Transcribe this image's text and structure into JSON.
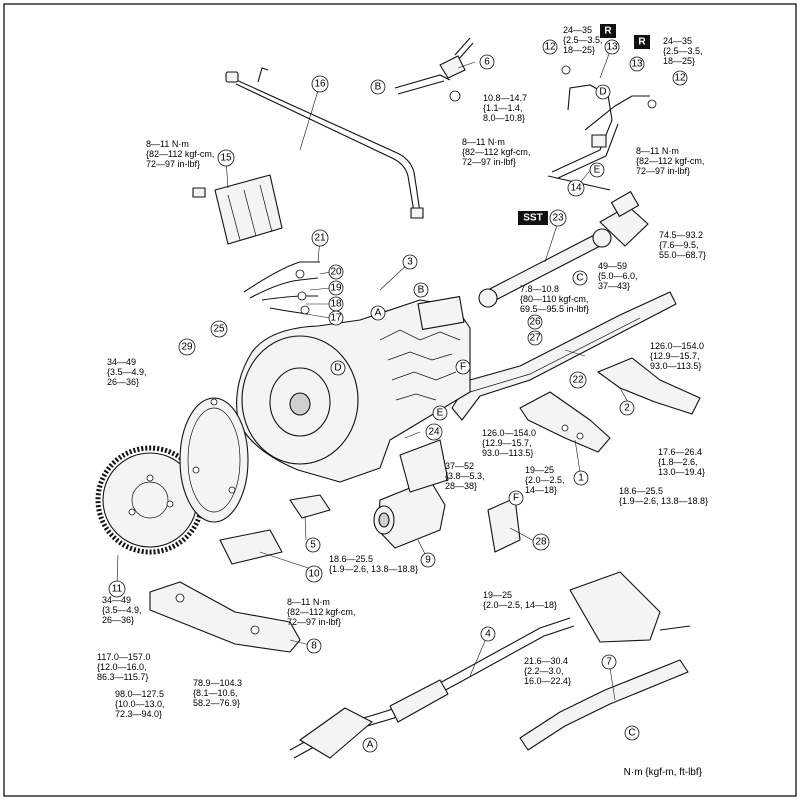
{
  "units": "N·m {kgf-m, ft-lbf}",
  "badges": {
    "sst": "SST",
    "r": "R"
  },
  "parts": [
    "1",
    "2",
    "3",
    "4",
    "5",
    "6",
    "7",
    "8",
    "9",
    "10",
    "11",
    "12",
    "13",
    "14",
    "15",
    "16",
    "17",
    "18",
    "19",
    "20",
    "21",
    "22",
    "23",
    "24",
    "25",
    "26",
    "27",
    "28",
    "29"
  ],
  "letters": [
    "A",
    "B",
    "C",
    "D",
    "E",
    "F"
  ],
  "torque": {
    "t_24_35_left": [
      "24—35",
      "{2.5—3.5,",
      "18—25}"
    ],
    "t_24_35_right": [
      "24—35",
      "{2.5—3.5,",
      "18—25}"
    ],
    "t_10_8": [
      "10.8—14.7",
      "{1.1—1.4,",
      "8.0—10.8}"
    ],
    "t_8_11_upper": [
      "8—11 N·m",
      "{82—112 kgf-cm,",
      "72—97 in-lbf}"
    ],
    "t_8_11_left": [
      "8—11 N·m",
      "{82—112 kgf-cm,",
      "72—97 in-lbf}"
    ],
    "t_8_11_right": [
      "8—11 N·m",
      "{82—112 kgf-cm,",
      "72—97 in-lbf}"
    ],
    "t_8_11_bottom": [
      "8—11 N·m",
      "{82—112 kgf-cm,",
      "72—97 in-lbf}"
    ],
    "t_74_5": [
      "74.5—93.2",
      "{7.6—9.5,",
      "55.0—68.7}"
    ],
    "t_49_59": [
      "49—59",
      "{5.0—6.0,",
      "37—43}"
    ],
    "t_7_8": [
      "7.8—10.8",
      "{80—110 kgf-cm,",
      "69.5—95.5 in-lbf}"
    ],
    "t_126_right": [
      "126.0—154.0",
      "{12.9—15.7,",
      "93.0—113.5}"
    ],
    "t_126_mid": [
      "126.0—154.0",
      "{12.9—15.7,",
      "93.0—113.5}"
    ],
    "t_34_49_upper": [
      "34—49",
      "{3.5—4.9,",
      "26—36}"
    ],
    "t_34_49_lower": [
      "34—49",
      "{3.5—4.9,",
      "26—36}"
    ],
    "t_37_52": [
      "37—52",
      "{3.8—5.3,",
      "28—38}"
    ],
    "t_19_25_upper": [
      "19—25",
      "{2.0—2.5,",
      "14—18}"
    ],
    "t_19_25_lower": [
      "19—25",
      "{2.0—2.5, 14—18}"
    ],
    "t_17_6": [
      "17.6—26.4",
      "{1.8—2.6,",
      "13.0—19.4}"
    ],
    "t_18_6_right": [
      "18.6—25.5",
      "{1.9—2.6, 13.8—18.8}"
    ],
    "t_18_6_mid": [
      "18.6—25.5",
      "{1.9—2.6, 13.8—18.8}"
    ],
    "t_117": [
      "117.0—157.0",
      "{12.0—16.0,",
      "86.3—115.7}"
    ],
    "t_98": [
      "98.0—127.5",
      "{10.0—13.0,",
      "72.3—94.0}"
    ],
    "t_78_9": [
      "78.9—104.3",
      "{8.1—10.6,",
      "58.2—76.9}"
    ],
    "t_21_6": [
      "21.6—30.4",
      "{2.2—3.0,",
      "16.0—22.4}"
    ]
  }
}
